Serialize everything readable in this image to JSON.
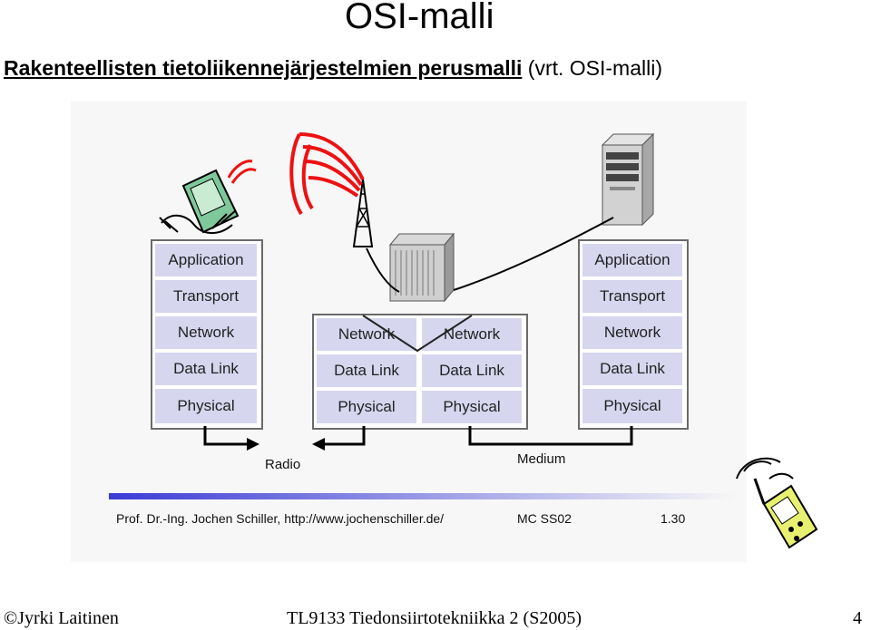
{
  "slide": {
    "title": "OSI-malli",
    "subtitle_bold": "Rakenteellisten tietoliikennejärjestelmien perusmalli",
    "subtitle_rest": " (vrt. OSI-malli)"
  },
  "figure": {
    "left_stack": [
      "Application",
      "Transport",
      "Network",
      "Data Link",
      "Physical"
    ],
    "middle_left": [
      "Network",
      "Data Link",
      "Physical"
    ],
    "middle_right": [
      "Network",
      "Data Link",
      "Physical"
    ],
    "right_stack": [
      "Application",
      "Transport",
      "Network",
      "Data Link",
      "Physical"
    ],
    "link_radio": "Radio",
    "link_medium": "Medium",
    "credit": "Prof. Dr.-Ing. Jochen Schiller, http://www.jochenschiller.de/",
    "course_code": "MC SS02",
    "slide_number": "1.30"
  },
  "footer": {
    "author": "©Jyrki Laitinen",
    "course": "TL9133 Tiedonsiirtotekniikka 2 (S2005)",
    "page": "4"
  }
}
